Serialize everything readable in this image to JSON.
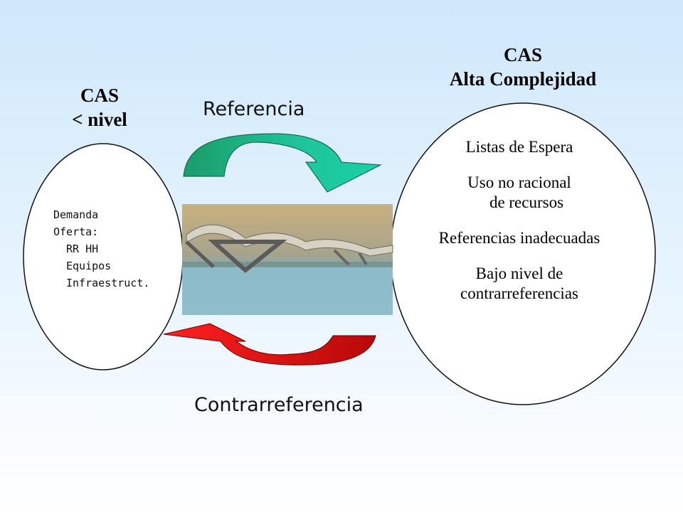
{
  "left": {
    "heading_line1": "CAS",
    "heading_line2": "< nivel",
    "items": [
      "Demanda",
      "Oferta:",
      "RR HH",
      "Equipos",
      "Infraestruct."
    ]
  },
  "right": {
    "heading_line1": "CAS",
    "heading_line2": "Alta Complejidad",
    "items": [
      [
        "Listas de Espera"
      ],
      [
        "Uso no racional",
        "de recursos"
      ],
      [
        "Referencias inadecuadas"
      ],
      [
        "Bajo nivel de",
        "contrarreferencias"
      ]
    ]
  },
  "flows": {
    "top": "Referencia",
    "bottom": "Contrarreferencia"
  },
  "colors": {
    "top_arrow": "#1fb58a",
    "bottom_arrow": "#d81414"
  },
  "image": {
    "icon": "bridge-photo"
  }
}
